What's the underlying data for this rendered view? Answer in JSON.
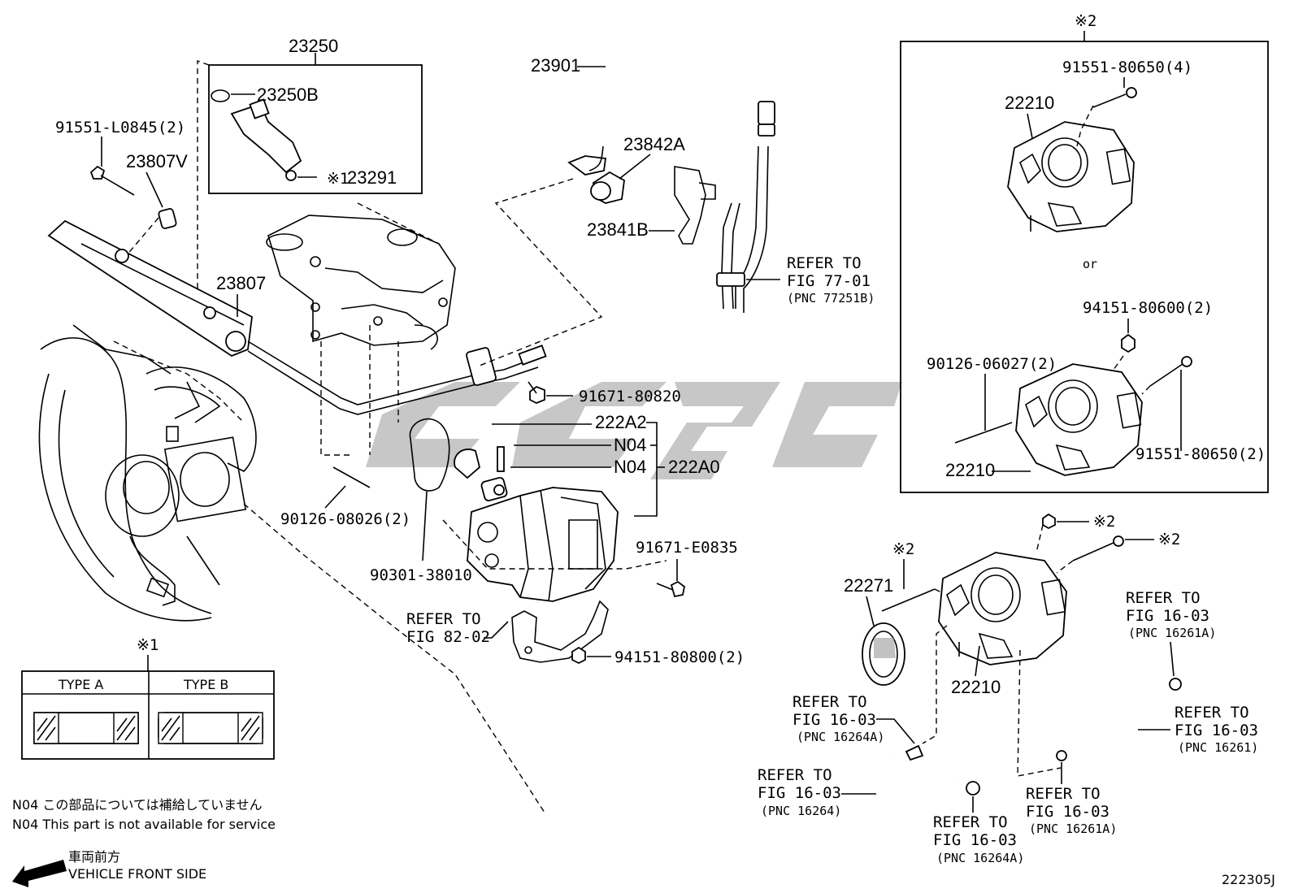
{
  "diagram_code": "222305J",
  "markers": {
    "star1": "※1",
    "star2": "※2"
  },
  "alt_separator": "or",
  "parts": {
    "p23250": "23250",
    "p23250B": "23250B",
    "p23291": "23291",
    "p23291_star": "※1",
    "p91551_L0845": "91551-L0845(2)",
    "p23807V": "23807V",
    "p23807": "23807",
    "p23901": "23901",
    "p23842A": "23842A",
    "p23841B": "23841B",
    "p91671_80820": "91671-80820",
    "p222A2": "222A2",
    "p222A0": "222A0",
    "n04_a": "N04",
    "n04_b": "N04",
    "p90126_08026": "90126-08026(2)",
    "p90301_38010": "90301-38010",
    "p91671_E0835": "91671-E0835",
    "p94151_80800": "94151-80800(2)",
    "p22210_top": "22210",
    "p91551_80650_4": "91551-80650(4)",
    "p94151_80600": "94151-80600(2)",
    "p90126_06027": "90126-06027(2)",
    "p91551_80650_2": "91551-80650(2)",
    "p22210_mid": "22210",
    "p22271": "22271",
    "p22210_bottom": "22210"
  },
  "refers": {
    "fig7701": {
      "line1": "REFER TO",
      "line2": "FIG 77-01",
      "line3": "(PNC 77251B)"
    },
    "fig8202": {
      "line1": "REFER TO",
      "line2": "FIG 82-02"
    },
    "fig1603_a": {
      "line1": "REFER TO",
      "line2": "FIG 16-03",
      "line3": "(PNC 16264A)"
    },
    "fig1603_b": {
      "line1": "REFER TO",
      "line2": "FIG 16-03",
      "line3": "(PNC 16264)"
    },
    "fig1603_c": {
      "line1": "REFER TO",
      "line2": "FIG 16-03",
      "line3": "(PNC 16264A)"
    },
    "fig1603_d": {
      "line1": "REFER TO",
      "line2": "FIG 16-03",
      "line3": "(PNC 16261A)"
    },
    "fig1603_e": {
      "line1": "REFER TO",
      "line2": "FIG 16-03",
      "line3": "(PNC 16261)"
    },
    "fig1603_f": {
      "line1": "REFER TO",
      "line2": "FIG 16-03",
      "line3": "(PNC 16261A)"
    }
  },
  "type_table": {
    "col_a": "TYPE A",
    "col_b": "TYPE B"
  },
  "notes": {
    "n04_jp": "N04  この部品については補給していません",
    "n04_en": "N04  This part is not available for service",
    "front_jp": "車両前方",
    "front_en": "VEHICLE FRONT SIDE"
  }
}
